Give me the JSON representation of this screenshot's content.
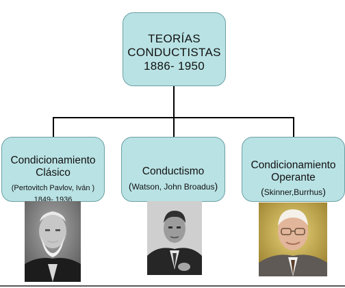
{
  "root": {
    "line1": "TEORÍAS",
    "line2": "CONDUCTISTAS",
    "line3": "1886- 1950"
  },
  "children": [
    {
      "title_line1": "Condicionamiento",
      "title_line2": "Clásico",
      "sub_line1": "(Pertovitch Pavlov, Iván )",
      "sub_line2": "1849-  1936",
      "photo_icon": "portrait-photo-pavlov"
    },
    {
      "title_line1": "Conductismo",
      "paren_open": "(",
      "sub_line1": "Watson, John Broadus",
      "paren_close": ")",
      "photo_icon": "portrait-photo-watson"
    },
    {
      "title_line1": "Condicionamiento",
      "title_line2": "Operante",
      "paren_open": "(",
      "sub_line1": "Skinner,Burrhus",
      "paren_close": ")",
      "photo_icon": "portrait-photo-skinner"
    }
  ],
  "colors": {
    "box_fill": "#b9e2e4",
    "box_border": "#6a9ea2",
    "connector": "#000000"
  }
}
